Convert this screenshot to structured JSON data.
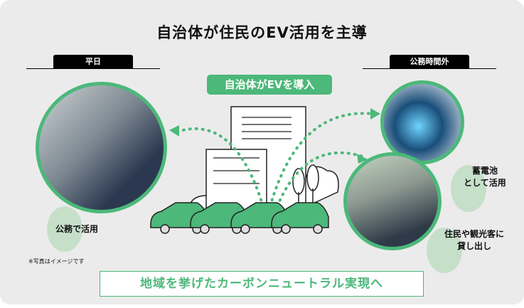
{
  "title": "自治体が住民のEV活用を主導",
  "tabs": {
    "weekday": "平日",
    "off_hours": "公務時間外"
  },
  "center_badge": "自治体がEVを導入",
  "labels": {
    "official_use": "公務で活用",
    "storage_line1": "蓄電池",
    "storage_line2": "として活用",
    "lend_line1": "住民や観光客に",
    "lend_line2": "貸し出し"
  },
  "note": "※写真はイメージです",
  "bottom_banner": "地域を挙げたカーボンニュートラル実現へ",
  "colors": {
    "accent": "#4cb87a",
    "light": "#c6dfc9",
    "bg": "#ebebeb"
  }
}
